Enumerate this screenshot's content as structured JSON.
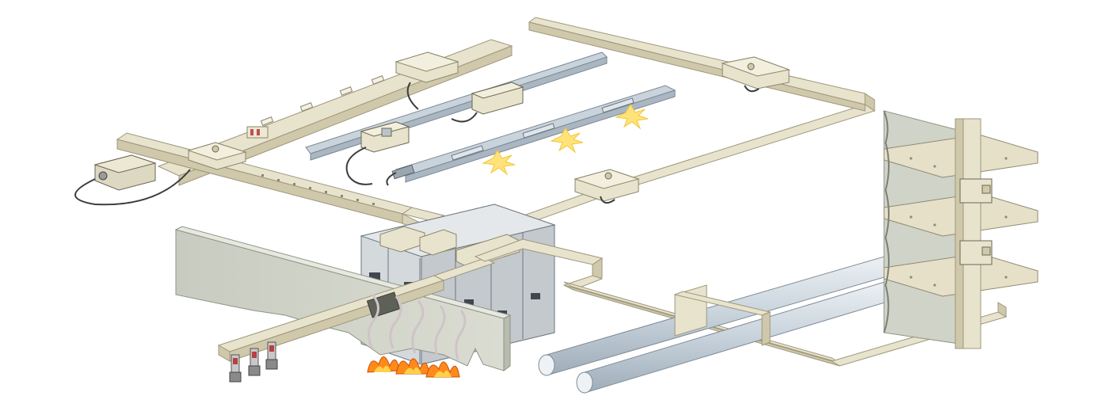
{
  "scene": {
    "background": "#ffffff",
    "colors": {
      "duct_face": "#e8e3cc",
      "duct_side": "#cfc8aa",
      "duct_edge": "#9e977d",
      "rail_metal": "#c9d3dc",
      "panel_grey": "#d4d9dc",
      "wall_grey": "#cfd3c8",
      "slab": "#e6e0c8",
      "pipe": "#c8d3dc",
      "flame_orange": "#ff8a1a",
      "flame_yellow": "#ffd24a",
      "smoke": "#e9e2e6",
      "light_glow": "#ffe27a",
      "cable": "#3c3c3c"
    },
    "components": [
      "horizontal-busway-run",
      "plug-in-busway-run",
      "plug-in-tap-off-unit",
      "lighting-busway-track",
      "lighting-track-rail",
      "riser-busway-with-floor-slabs",
      "switchboard-enclosure",
      "fire-barrier-wall",
      "pipe-crossing",
      "busway-junction-boxes",
      "bus-plug-outputs"
    ],
    "icons": {
      "flame": "fire-icon",
      "light": "light-glow-icon"
    }
  }
}
